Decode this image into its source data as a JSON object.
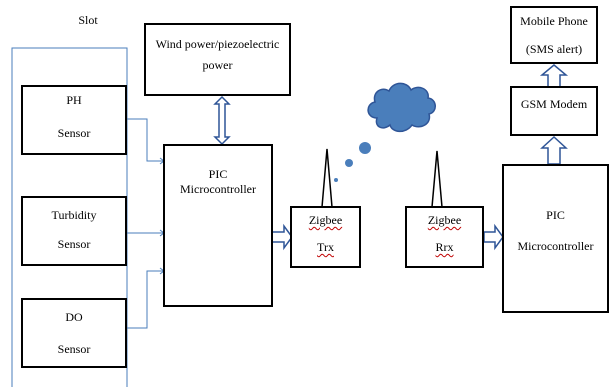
{
  "slot": "Slot",
  "sensors": {
    "ph": {
      "line1": "PH",
      "line2": "Sensor"
    },
    "turbidity": {
      "line1": "Turbidity",
      "line2": "Sensor"
    },
    "do": {
      "line1": "DO",
      "line2": "Sensor"
    }
  },
  "power": {
    "line1": "Wind power/piezoelectric",
    "line2": "power"
  },
  "pic_left": {
    "line1": "PIC",
    "line2": "Microcontroller"
  },
  "zigbee_tx": {
    "line1": "Zigbee",
    "line2": "Trx"
  },
  "zigbee_rx": {
    "line1": "Zigbee",
    "line2": "Rrx"
  },
  "pic_right": {
    "line1": "PIC",
    "line2": "Microcontroller"
  },
  "gsm": "GSM Modem",
  "phone": {
    "line1": "Mobile Phone",
    "line2": "(SMS alert)"
  },
  "colors": {
    "slot_line": "#4a7ebb",
    "cloud_fill": "#4a7ebb",
    "cloud_stroke": "#2f5597",
    "box_border": "#000000"
  }
}
